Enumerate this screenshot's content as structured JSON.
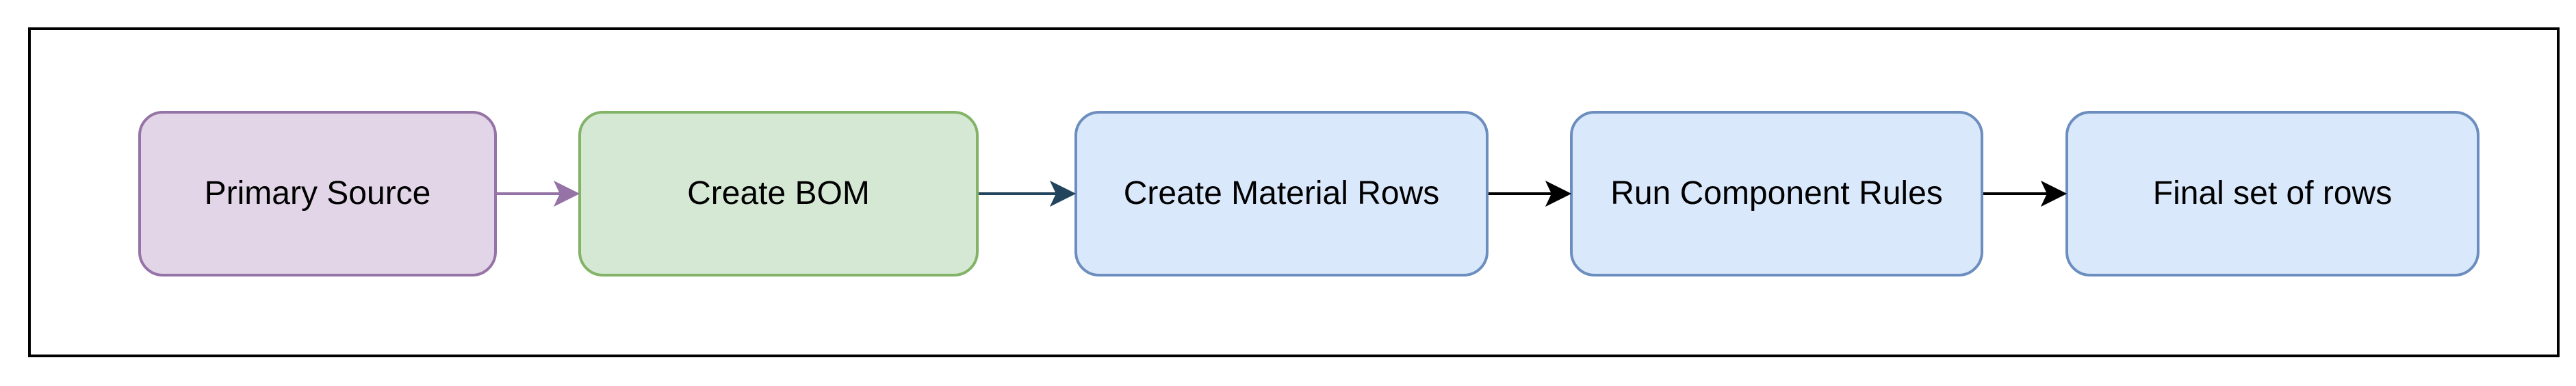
{
  "diagram": {
    "type": "flowchart",
    "direction": "left-to-right",
    "nodes": [
      {
        "id": "primary_source",
        "label": "Primary Source",
        "fill": "#e1d5e7",
        "stroke": "#9673a6"
      },
      {
        "id": "create_bom",
        "label": "Create BOM",
        "fill": "#d5e8d4",
        "stroke": "#82b366"
      },
      {
        "id": "create_material_rows",
        "label": "Create Material Rows",
        "fill": "#dae8fc",
        "stroke": "#6c8ebf"
      },
      {
        "id": "run_component_rules",
        "label": "Run Component Rules",
        "fill": "#dae8fc",
        "stroke": "#6c8ebf"
      },
      {
        "id": "final_set_of_rows",
        "label": "Final set of rows",
        "fill": "#dae8fc",
        "stroke": "#6c8ebf"
      }
    ],
    "edges": [
      {
        "from": "primary_source",
        "to": "create_bom",
        "color": "#9673a6"
      },
      {
        "from": "create_bom",
        "to": "create_material_rows",
        "color": "#23445d"
      },
      {
        "from": "create_material_rows",
        "to": "run_component_rules",
        "color": "#000000"
      },
      {
        "from": "run_component_rules",
        "to": "final_set_of_rows",
        "color": "#000000"
      }
    ]
  }
}
